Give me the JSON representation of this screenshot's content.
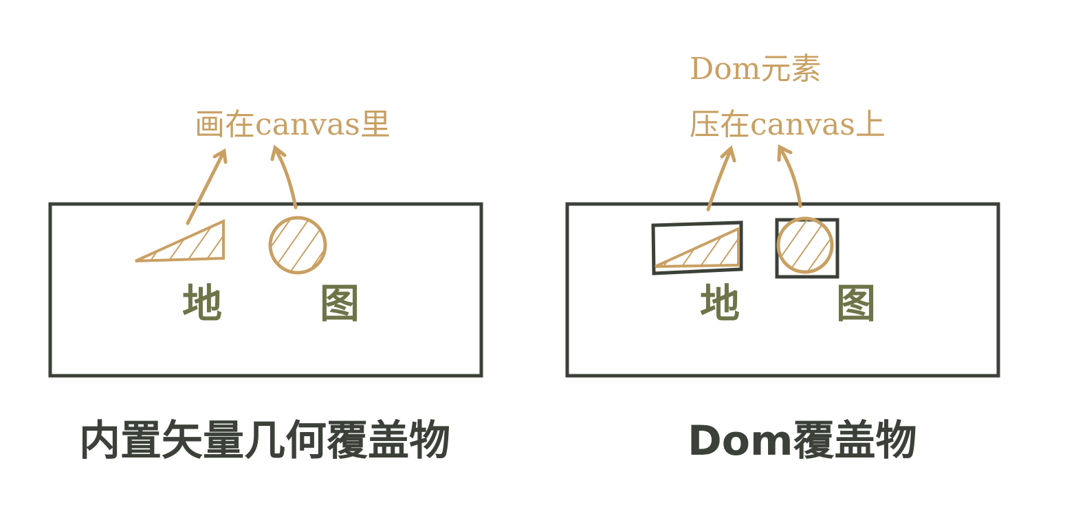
{
  "colors": {
    "frame": "#3b4038",
    "annotation": "#c9a063",
    "map_text": "#6e7448"
  },
  "left_panel": {
    "annotation": "画在canvas里",
    "map_chars": [
      "地",
      "图"
    ],
    "caption": "内置矢量几何覆盖物"
  },
  "right_panel": {
    "annotation_line1": "Dom元素",
    "annotation_line2": "压在canvas上",
    "map_chars": [
      "地",
      "图"
    ],
    "caption": "Dom覆盖物"
  }
}
